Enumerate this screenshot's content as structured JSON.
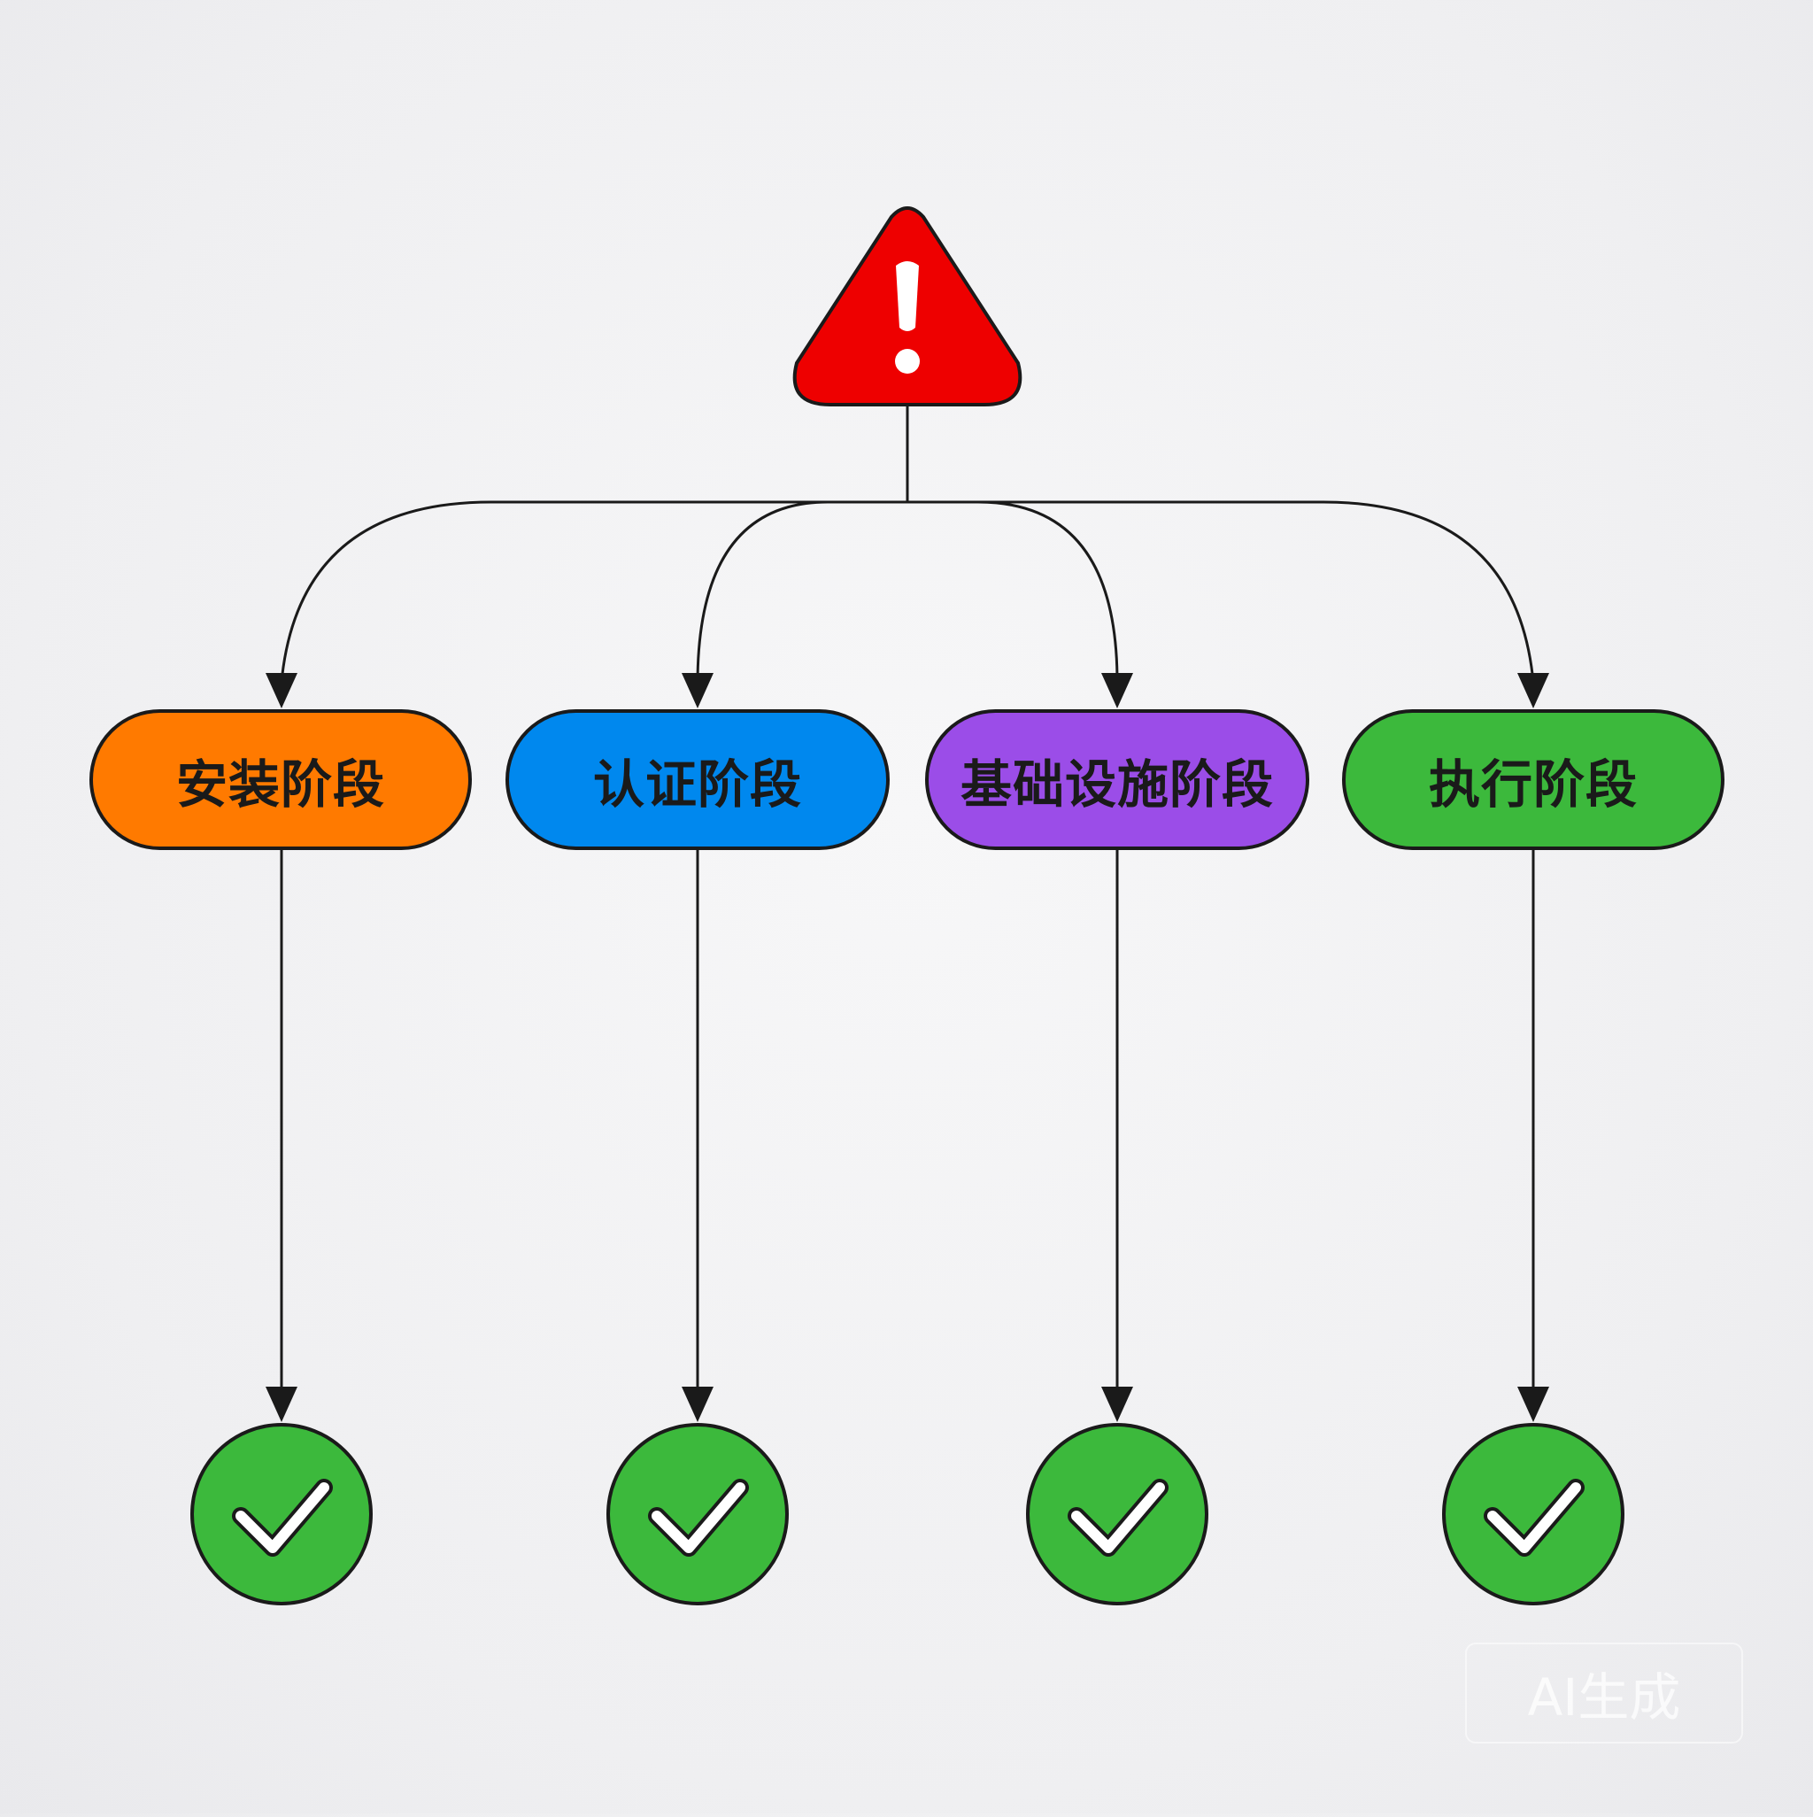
{
  "warning": {
    "icon": "warning-triangle-icon",
    "color": "#ee0000"
  },
  "stages": [
    {
      "label": "安装阶段",
      "color": "#ff7a00",
      "status_icon": "check-circle-icon"
    },
    {
      "label": "认证阶段",
      "color": "#0088ee",
      "status_icon": "check-circle-icon"
    },
    {
      "label": "基础设施阶段",
      "color": "#9b4de8",
      "status_icon": "check-circle-icon"
    },
    {
      "label": "执行阶段",
      "color": "#3cb93c",
      "status_icon": "check-circle-icon"
    }
  ],
  "status_color": "#3cb93c",
  "watermark": "AI生成"
}
